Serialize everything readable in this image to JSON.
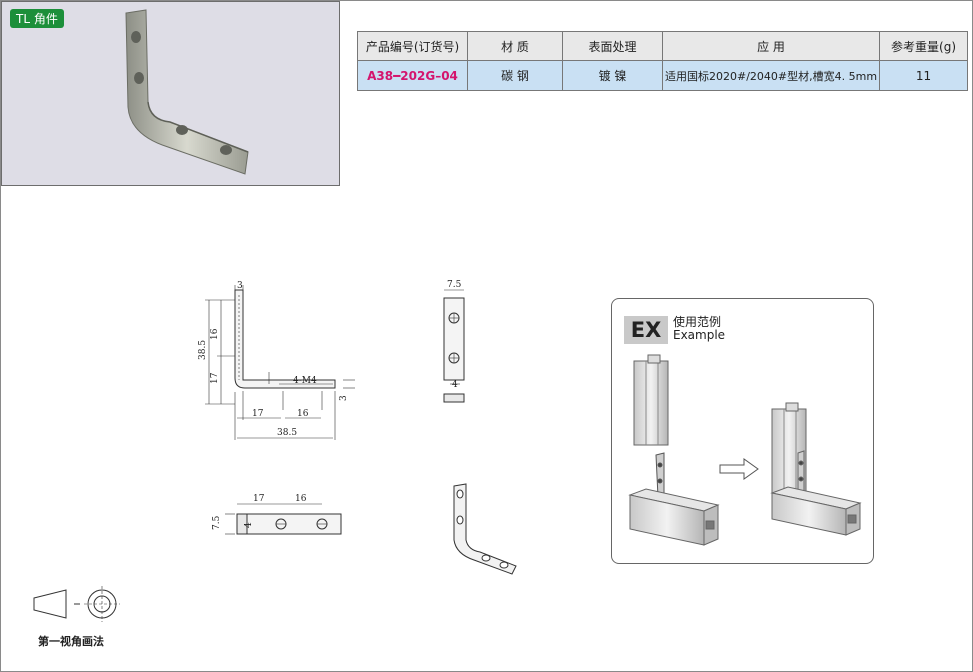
{
  "header": {
    "tag": "TL 角件"
  },
  "spec_table": {
    "headers": [
      "产品编号(订货号)",
      "材  质",
      "表面处理",
      "应  用",
      "参考重量(g)"
    ],
    "row": {
      "code": "A38━202G–04",
      "material": "碳 钢",
      "surface": "镀 镍",
      "application": "适用国标2020#/2040#型材,槽宽4. 5mm",
      "weight": "11"
    }
  },
  "drawing": {
    "front": {
      "dim_top": "3",
      "dim_16": "16",
      "dim_17_v": "17",
      "dim_38_5_v": "38.5",
      "thread": "4-M4",
      "dim_3_right": "3",
      "dim_17_h": "17",
      "dim_16_h": "16",
      "dim_38_5_h": "38.5"
    },
    "side": {
      "dim_7_5": "7.5",
      "dim_4": "4"
    },
    "bottom": {
      "dim_17": "17",
      "dim_16": "16",
      "dim_7_5": "7.5",
      "dim_4": "4"
    }
  },
  "example": {
    "badge": "EX",
    "title_cn": "使用范例",
    "title_en": "Example"
  },
  "projection": {
    "label": "第一视角画法"
  },
  "colors": {
    "tag_bg": "#1c8f3a",
    "code_text": "#d4146d",
    "table_cell_bg": "#c9e0f3",
    "photo_bg": "#dedde6"
  }
}
